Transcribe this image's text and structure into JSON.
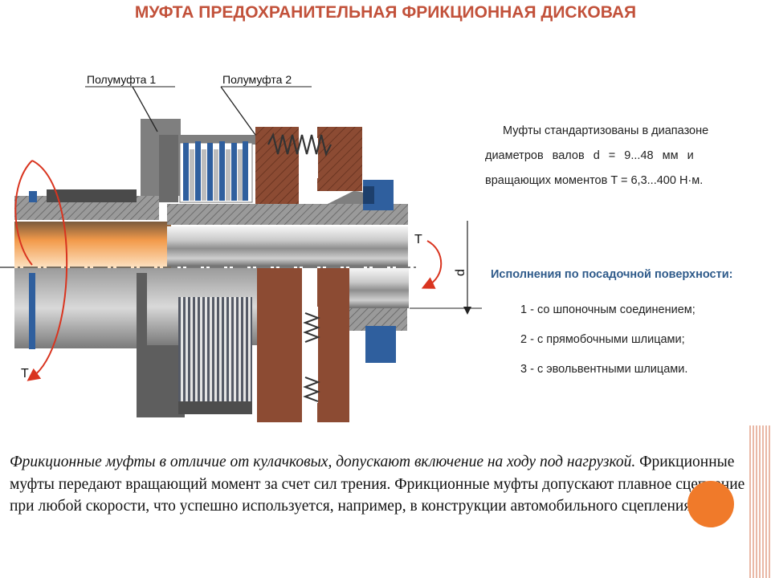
{
  "title": "МУФТА ПРЕДОХРАНИТЕЛЬНАЯ ФРИКЦИОННАЯ ДИСКОВАЯ",
  "labels": {
    "half1": "Полумуфта 1",
    "half2": "Полумуфта 2",
    "torque_top": "T",
    "torque_bottom": "T",
    "diameter": "d"
  },
  "standard": {
    "line1": "Муфты стандартизованы в диапазоне",
    "line2": "диаметров валов d = 9...48 мм и",
    "line3": "вращающих моментов T = 6,3...400 Н·м."
  },
  "variants": {
    "heading": "Исполнения по посадочной поверхности:",
    "items": [
      "1 - со шпоночным соединением;",
      "2 - с прямобочными шлицами;",
      "3 - с эвольвентными шлицами."
    ]
  },
  "caption": {
    "italic": "Фрикционные муфты в отличие от кулачковых, допускают включение на ходу под нагрузкой.",
    "normal": " Фрикционные муфты передают вращающий момент за счет сил трения. Фрикционные муфты допускают плавное сцепление при любой скорости, что успешно используется, например, в конструкции автомобильного сцепления."
  },
  "colors": {
    "title": "#c2513a",
    "housing": "#7d7d7d",
    "disc_blue": "#2f5f9e",
    "brown": "#8c4b33",
    "orange_accent": "#f07a2a"
  }
}
